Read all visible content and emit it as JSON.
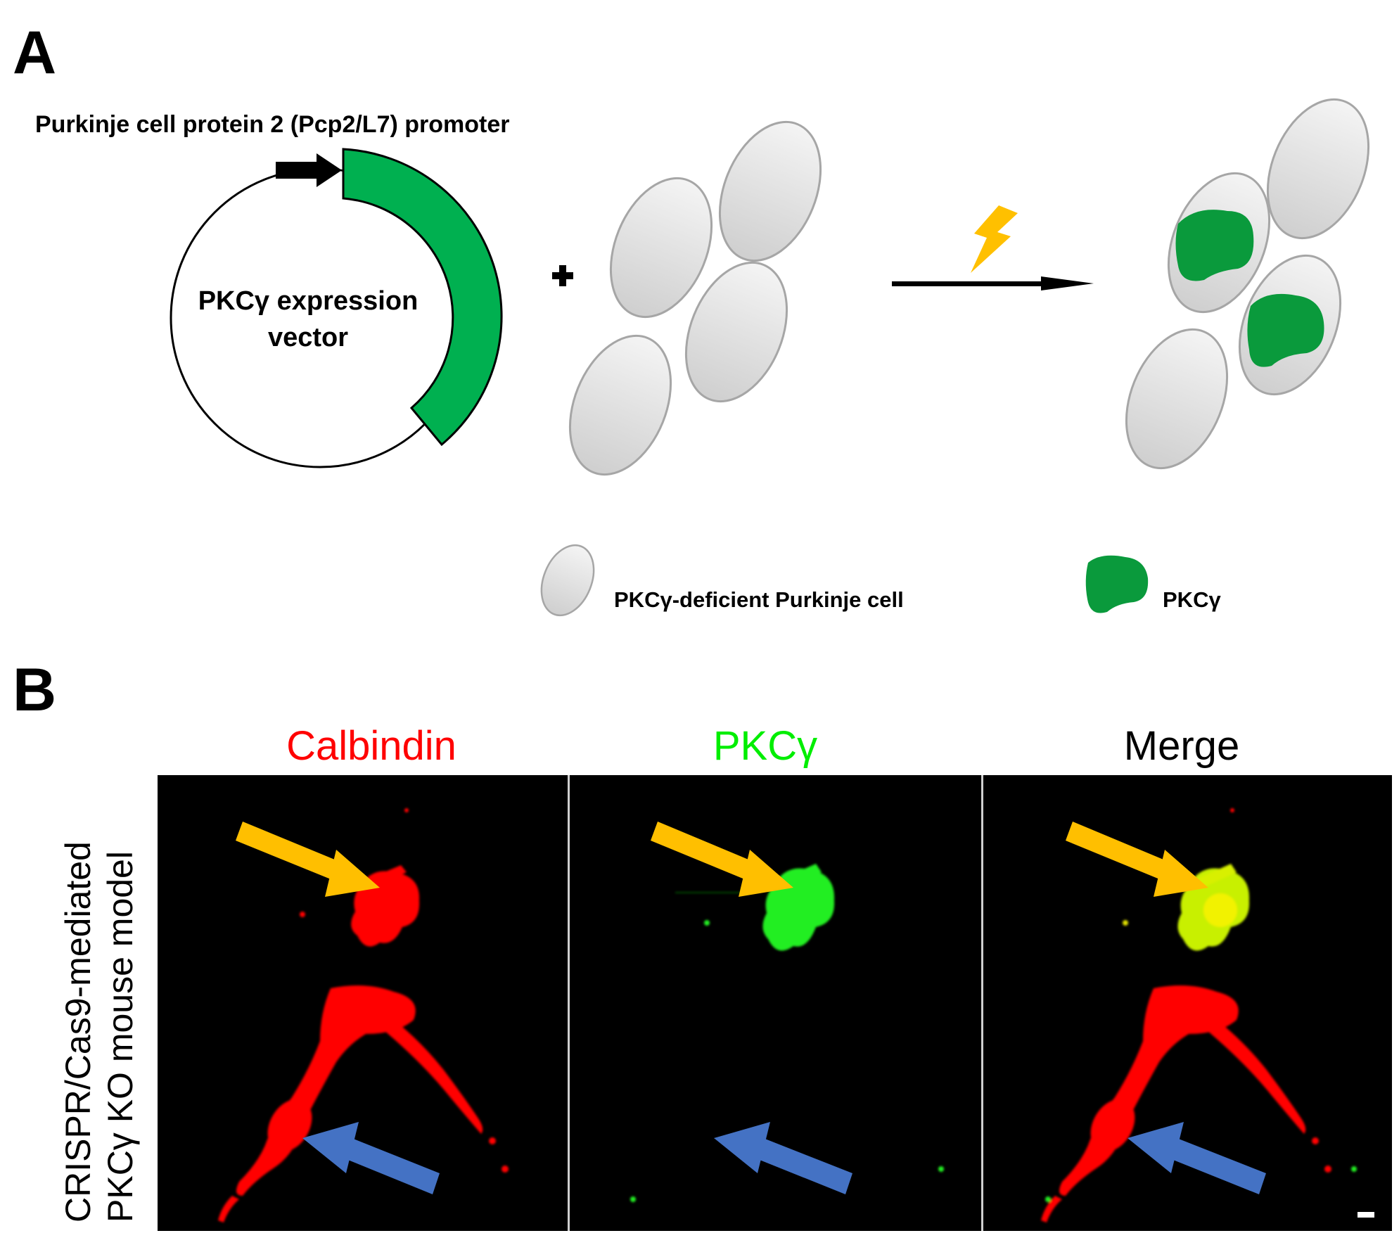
{
  "panel_a": {
    "letter": "A",
    "promoter_label": "Purkinje cell protein 2 (Pcp2/L7) promoter",
    "vector_label_line1": "PKCγ expression",
    "vector_label_line2": "vector",
    "plus_sign": "+",
    "legend": {
      "cell_label": "PKCγ-deficient Purkinje cell",
      "protein_label": "PKCγ"
    },
    "colors": {
      "vector_insert": "#00b050",
      "protein": "#0a9a3c",
      "cell_fill": "#d9d9d9",
      "electroporation_bolt": "#ffc000"
    }
  },
  "panel_b": {
    "letter": "B",
    "channels": [
      {
        "label": "Calbindin",
        "color": "#ff0000"
      },
      {
        "label": "PKCγ",
        "color": "#00ee00"
      },
      {
        "label": "Merge",
        "color": "#000000"
      }
    ],
    "side_label_line1": "CRISPR/Cas9-mediated",
    "side_label_line2": "PKCγ KO mouse model",
    "colors": {
      "arrow_transfected": "#ffbf00",
      "arrow_untransfected": "#4472c4",
      "merge_yellow": "#e8ee00"
    }
  }
}
